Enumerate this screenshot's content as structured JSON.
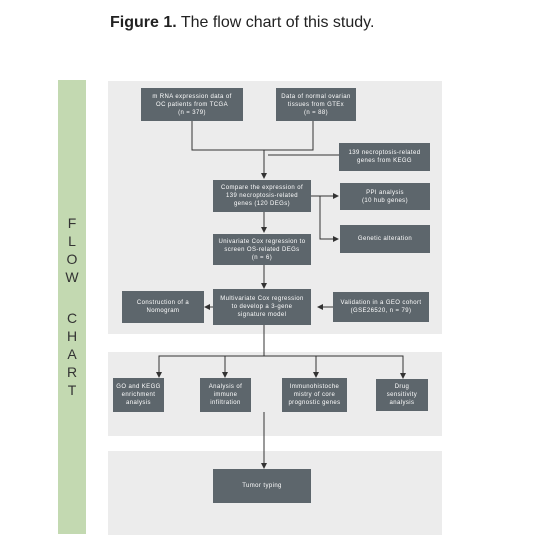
{
  "figure": {
    "label": "Figure 1.",
    "caption": "The flow chart of this study."
  },
  "sidebar_letters": [
    "F",
    "L",
    "O",
    "W",
    "C",
    "H",
    "A",
    "R",
    "T"
  ],
  "boxes": {
    "tcga": "m RNA expression data of\nOC patients from TCGA\n(n = 379)",
    "gtex": "Data of normal ovarian\ntissues from GTEx\n(n = 88)",
    "kegg_genes": "139 necroptosis-related\ngenes from KEGG",
    "compare": "Compare the expression of\n139 necroptosis-related\ngenes (120 DEGs)",
    "ppi": "PPI analysis\n(10 hub genes)",
    "genetic": "Genetic alteration",
    "univariate": "Univariate Cox regression to\nscreen OS-related DEGs\n(n = 6)",
    "multivariate": "Multivariate Cox regression\nto develop a 3-gene\nsignature model",
    "nomogram": "Construction of a\nNomogram",
    "validation": "Validation in a GEO cohort\n(GSE26520, n = 79)",
    "go_kegg": "GO and KEGG\nenrichment\nanalysis",
    "immune": "Analysis of\nimmune\ninfiltration",
    "ihc": "Immunohistoche\nmistry of core\nprognostic genes",
    "drug": "Drug\nsensitivity\nanalysis",
    "tumor": "Tumor typing"
  }
}
